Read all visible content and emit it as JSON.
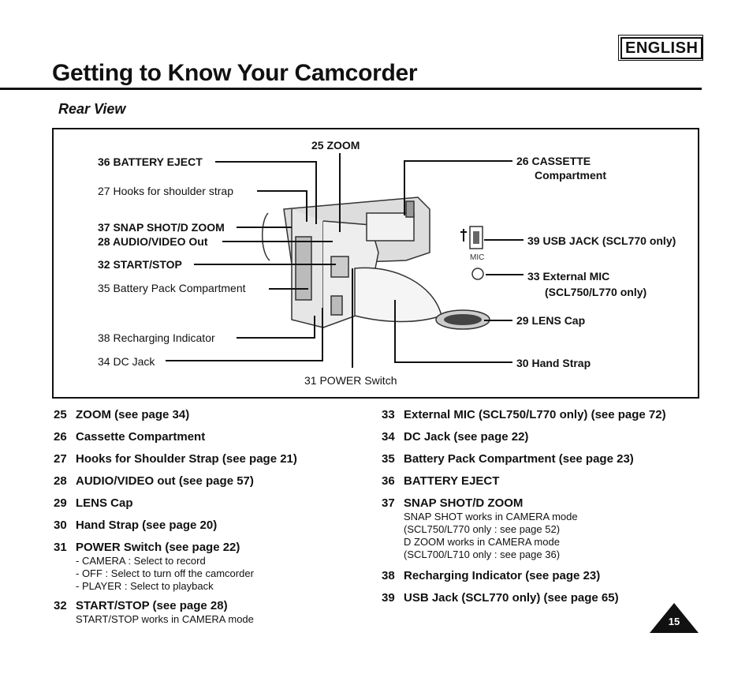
{
  "header": {
    "language": "ENGLISH",
    "title": "Getting to Know Your Camcorder",
    "subtitle": "Rear View"
  },
  "diagram": {
    "callouts": {
      "c25": "25  ZOOM",
      "c36": "36  BATTERY EJECT",
      "c27": "27  Hooks for shoulder strap",
      "c37": "37  SNAP SHOT/D ZOOM",
      "c28": "28  AUDIO/VIDEO Out",
      "c32": "32  START/STOP",
      "c35": "35  Battery Pack Compartment",
      "c38": "38  Recharging Indicator",
      "c34": "34  DC Jack",
      "c31": "31  POWER Switch",
      "c26a": "26  CASSETTE",
      "c26b": "Compartment",
      "c39": "39  USB JACK (SCL770 only)",
      "c33a": "33  External MIC",
      "c33b": "(SCL750/L770 only)",
      "c29": "29  LENS Cap",
      "c30": "30  Hand Strap",
      "mic_label": "MIC"
    }
  },
  "left_list": [
    {
      "num": "25",
      "text": "ZOOM (see page 34)"
    },
    {
      "num": "26",
      "text": "Cassette Compartment"
    },
    {
      "num": "27",
      "text": "Hooks for Shoulder Strap (see page 21)"
    },
    {
      "num": "28",
      "text": "AUDIO/VIDEO out (see page 57)"
    },
    {
      "num": "29",
      "text": "LENS Cap"
    },
    {
      "num": "30",
      "text": "Hand Strap (see page 20)"
    },
    {
      "num": "31",
      "text": "POWER Switch (see page 22)",
      "subs": [
        "- CAMERA : Select to record",
        "- OFF : Select to turn off the camcorder",
        "- PLAYER : Select to playback"
      ]
    },
    {
      "num": "32",
      "text": "START/STOP (see page 28)",
      "subs": [
        "START/STOP works in CAMERA mode"
      ]
    }
  ],
  "right_list": [
    {
      "num": "33",
      "text": "External MIC (SCL750/L770 only) (see page 72)"
    },
    {
      "num": "34",
      "text": "DC Jack (see page 22)"
    },
    {
      "num": "35",
      "text": "Battery Pack Compartment (see page 23)"
    },
    {
      "num": "36",
      "text": "BATTERY EJECT"
    },
    {
      "num": "37",
      "text": "SNAP SHOT/D ZOOM",
      "subs": [
        "SNAP SHOT works in CAMERA mode",
        "(SCL750/L770 only : see page 52)",
        "D ZOOM works in CAMERA mode",
        "(SCL700/L710 only : see page 36)"
      ]
    },
    {
      "num": "38",
      "text": "Recharging Indicator (see page 23)"
    },
    {
      "num": "39",
      "text": "USB Jack (SCL770 only) (see page 65)"
    }
  ],
  "page_number": "15"
}
